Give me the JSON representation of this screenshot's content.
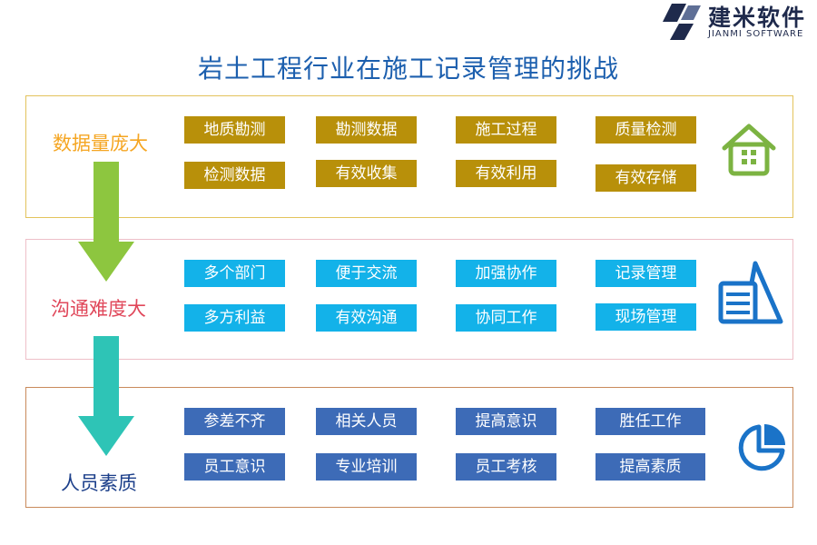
{
  "logo": {
    "name_cn": "建米软件",
    "name_en": "JIANMI SOFTWARE"
  },
  "title": "岩土工程行业在施工记录管理的挑战",
  "sections": [
    {
      "label": "数据量庞大",
      "color": "#f5a623",
      "icon": "house-icon",
      "tags": [
        "地质勘测",
        "勘测数据",
        "施工过程",
        "质量检测",
        "检测数据",
        "有效收集",
        "有效利用",
        "有效存储"
      ]
    },
    {
      "label": "沟通难度大",
      "color": "#e0475a",
      "icon": "triangle-chart-icon",
      "tags": [
        "多个部门",
        "便于交流",
        "加强协作",
        "记录管理",
        "多方利益",
        "有效沟通",
        "协同工作",
        "现场管理"
      ]
    },
    {
      "label": "人员素质",
      "color": "#1c3f8a",
      "icon": "pie-chart-icon",
      "tags": [
        "参差不齐",
        "相关人员",
        "提高意识",
        "胜任工作",
        "员工意识",
        "专业培训",
        "员工考核",
        "提高素质"
      ]
    }
  ],
  "colors": {
    "title": "#1c5fae",
    "gold_tag": "#b8900a",
    "cyan_tag": "#13b2e9",
    "navy_tag": "#3d6bb7",
    "arrow_green": "#8dc63f",
    "arrow_teal": "#2ec4b6",
    "icon_green": "#7cb342",
    "icon_blue": "#1a73c8"
  }
}
